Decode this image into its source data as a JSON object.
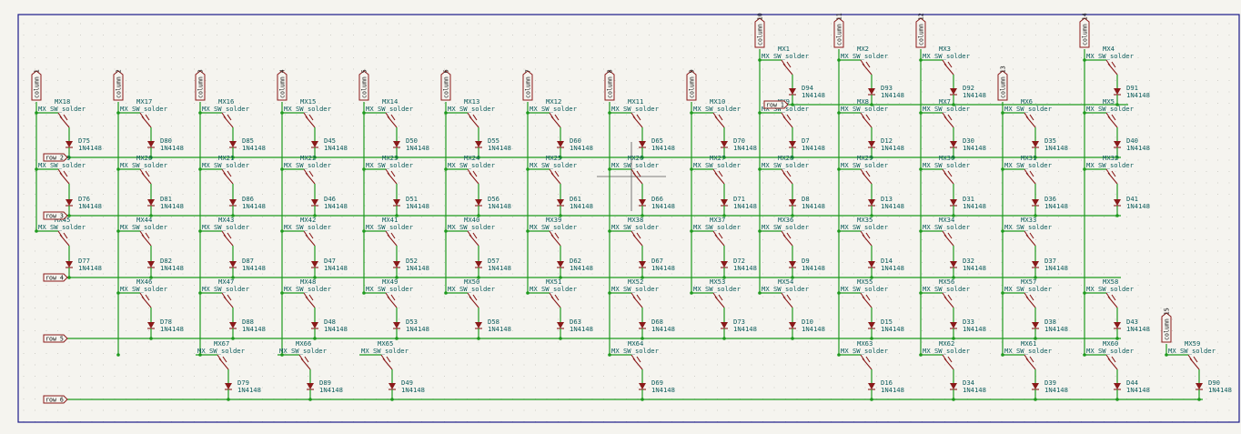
{
  "colors": {
    "wire": "#1f9a1f",
    "symbol": "#8a1a1a",
    "ref_text": "#0a5a5a",
    "sheet_border": "#1a1a8a",
    "background": "#f5f4ef"
  },
  "switch_value": "MX_SW_solder",
  "diode_value": "1N4148",
  "column_labels": [
    "column 1",
    "column 2",
    "column 3",
    "column 4",
    "column 5",
    "column 6",
    "column 7",
    "column 8",
    "column 9",
    "column 10",
    "column 11",
    "column 12",
    "column 13",
    "column 14",
    "column 15"
  ],
  "row_labels": [
    "row 1",
    "row 2",
    "row 3",
    "row 4",
    "row 5",
    "row 6"
  ],
  "cells": [
    {
      "sw": "MX18",
      "d": "D75",
      "c": 0,
      "r": 1
    },
    {
      "sw": "MX17",
      "d": "D80",
      "c": 1,
      "r": 1
    },
    {
      "sw": "MX16",
      "d": "D85",
      "c": 2,
      "r": 1
    },
    {
      "sw": "MX15",
      "d": "D45",
      "c": 3,
      "r": 1
    },
    {
      "sw": "MX14",
      "d": "D50",
      "c": 4,
      "r": 1
    },
    {
      "sw": "MX13",
      "d": "D55",
      "c": 5,
      "r": 1
    },
    {
      "sw": "MX12",
      "d": "D60",
      "c": 6,
      "r": 1
    },
    {
      "sw": "MX11",
      "d": "D65",
      "c": 7,
      "r": 1
    },
    {
      "sw": "MX10",
      "d": "D70",
      "c": 8,
      "r": 1
    },
    {
      "sw": "MX1",
      "d": "D94",
      "c": 9,
      "r": 0
    },
    {
      "sw": "MX2",
      "d": "D93",
      "c": 10,
      "r": 0
    },
    {
      "sw": "MX3",
      "d": "D92",
      "c": 11,
      "r": 0
    },
    {
      "sw": "MX4",
      "d": "D91",
      "c": 13,
      "r": 0
    },
    {
      "sw": "MX9",
      "d": "D7",
      "c": 9,
      "r": 1
    },
    {
      "sw": "MX8",
      "d": "D12",
      "c": 10,
      "r": 1
    },
    {
      "sw": "MX7",
      "d": "D30",
      "c": 11,
      "r": 1
    },
    {
      "sw": "MX6",
      "d": "D35",
      "c": 12,
      "r": 1
    },
    {
      "sw": "MX5",
      "d": "D40",
      "c": 13,
      "r": 1
    },
    {
      "sw": "MX19",
      "d": "D76",
      "c": 0,
      "r": 2
    },
    {
      "sw": "MX20",
      "d": "D81",
      "c": 1,
      "r": 2
    },
    {
      "sw": "MX21",
      "d": "D86",
      "c": 2,
      "r": 2
    },
    {
      "sw": "MX22",
      "d": "D46",
      "c": 3,
      "r": 2
    },
    {
      "sw": "MX23",
      "d": "D51",
      "c": 4,
      "r": 2
    },
    {
      "sw": "MX24",
      "d": "D56",
      "c": 5,
      "r": 2
    },
    {
      "sw": "MX25",
      "d": "D61",
      "c": 6,
      "r": 2
    },
    {
      "sw": "MX26",
      "d": "D66",
      "c": 7,
      "r": 2
    },
    {
      "sw": "MX27",
      "d": "D71",
      "c": 8,
      "r": 2
    },
    {
      "sw": "MX28",
      "d": "D8",
      "c": 9,
      "r": 2
    },
    {
      "sw": "MX29",
      "d": "D13",
      "c": 10,
      "r": 2
    },
    {
      "sw": "MX30",
      "d": "D31",
      "c": 11,
      "r": 2
    },
    {
      "sw": "MX31",
      "d": "D36",
      "c": 12,
      "r": 2
    },
    {
      "sw": "MX32",
      "d": "D41",
      "c": 13,
      "r": 2
    },
    {
      "sw": "MX45",
      "d": "D77",
      "c": 0,
      "r": 3
    },
    {
      "sw": "MX44",
      "d": "D82",
      "c": 1,
      "r": 3
    },
    {
      "sw": "MX43",
      "d": "D87",
      "c": 2,
      "r": 3
    },
    {
      "sw": "MX42",
      "d": "D47",
      "c": 3,
      "r": 3
    },
    {
      "sw": "MX41",
      "d": "D52",
      "c": 4,
      "r": 3
    },
    {
      "sw": "MX40",
      "d": "D57",
      "c": 5,
      "r": 3
    },
    {
      "sw": "MX39",
      "d": "D62",
      "c": 6,
      "r": 3
    },
    {
      "sw": "MX38",
      "d": "D67",
      "c": 7,
      "r": 3
    },
    {
      "sw": "MX37",
      "d": "D72",
      "c": 8,
      "r": 3
    },
    {
      "sw": "MX36",
      "d": "D9",
      "c": 9,
      "r": 3
    },
    {
      "sw": "MX35",
      "d": "D14",
      "c": 10,
      "r": 3
    },
    {
      "sw": "MX34",
      "d": "D32",
      "c": 11,
      "r": 3
    },
    {
      "sw": "MX33",
      "d": "D37",
      "c": 12,
      "r": 3
    },
    {
      "sw": "MX46",
      "d": "D78",
      "c": 1,
      "r": 4
    },
    {
      "sw": "MX47",
      "d": "D88",
      "c": 2,
      "r": 4
    },
    {
      "sw": "MX48",
      "d": "D48",
      "c": 3,
      "r": 4
    },
    {
      "sw": "MX49",
      "d": "D53",
      "c": 4,
      "r": 4
    },
    {
      "sw": "MX50",
      "d": "D58",
      "c": 5,
      "r": 4
    },
    {
      "sw": "MX51",
      "d": "D63",
      "c": 6,
      "r": 4
    },
    {
      "sw": "MX52",
      "d": "D68",
      "c": 7,
      "r": 4
    },
    {
      "sw": "MX53",
      "d": "D73",
      "c": 8,
      "r": 4
    },
    {
      "sw": "MX54",
      "d": "D10",
      "c": 9,
      "r": 4
    },
    {
      "sw": "MX55",
      "d": "D15",
      "c": 10,
      "r": 4
    },
    {
      "sw": "MX56",
      "d": "D33",
      "c": 11,
      "r": 4
    },
    {
      "sw": "MX57",
      "d": "D38",
      "c": 12,
      "r": 4
    },
    {
      "sw": "MX58",
      "d": "D43",
      "c": 13,
      "r": 4
    },
    {
      "sw": "MX67",
      "d": "D79",
      "c": 1,
      "r": 5
    },
    {
      "sw": "MX66",
      "d": "D89",
      "c": 2,
      "r": 5
    },
    {
      "sw": "MX65",
      "d": "D49",
      "c": 3,
      "r": 5
    },
    {
      "sw": "MX64",
      "d": "D69",
      "c": 7,
      "r": 5
    },
    {
      "sw": "MX63",
      "d": "D16",
      "c": 10,
      "r": 5
    },
    {
      "sw": "MX62",
      "d": "D34",
      "c": 11,
      "r": 5
    },
    {
      "sw": "MX61",
      "d": "D39",
      "c": 12,
      "r": 5
    },
    {
      "sw": "MX60",
      "d": "D44",
      "c": 13,
      "r": 5
    },
    {
      "sw": "MX59",
      "d": "D90",
      "c": 14,
      "r": 5
    }
  ]
}
